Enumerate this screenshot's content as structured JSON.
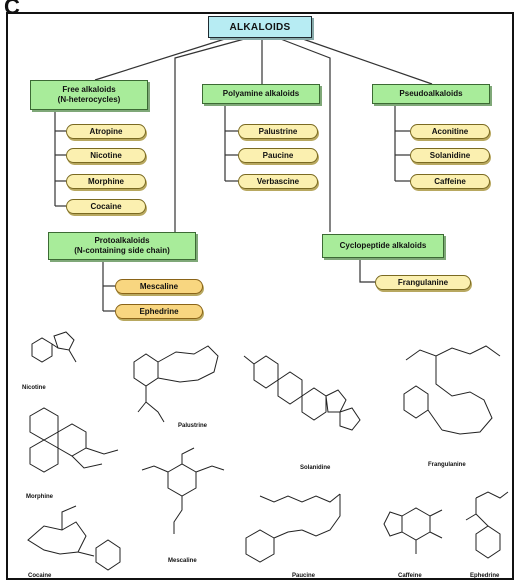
{
  "panel_letter": "C",
  "root": {
    "label": "ALKALOIDS"
  },
  "categories": {
    "free": {
      "line1": "Free alkaloids",
      "line2": "(N-heterocycles)"
    },
    "polyamine": {
      "line1": "Polyamine alkaloids"
    },
    "pseudo": {
      "line1": "Pseudoalkaloids"
    },
    "proto": {
      "line1": "Protoalkaloids",
      "line2": "(N-containing side chain)"
    },
    "cyclopeptide": {
      "line1": "Cyclopeptide alkaloids"
    }
  },
  "leaves": {
    "free": [
      "Atropine",
      "Nicotine",
      "Morphine",
      "Cocaine"
    ],
    "polyamine": [
      "Palustrine",
      "Paucine",
      "Verbascine"
    ],
    "pseudo": [
      "Aconitine",
      "Solanidine",
      "Caffeine"
    ],
    "proto": [
      "Mescaline",
      "Ephedrine"
    ],
    "cyclopeptide": [
      "Frangulanine"
    ]
  },
  "structure_labels": {
    "nicotine": "Nicotine",
    "palustrine": "Palustrine",
    "solanidine": "Solanidine",
    "frangulanine": "Frangulanine",
    "morphine": "Morphine",
    "mescaline": "Mescaline",
    "cocaine": "Cocaine",
    "paucine": "Paucine",
    "caffeine": "Caffeine",
    "ephedrine": "Ephedrine"
  },
  "colors": {
    "root_fill": "#b7ecf3",
    "category_fill": "#a8ec9a",
    "leaf_fill": "#fbf0b0",
    "proto_leaf_fill": "#f8d680"
  }
}
